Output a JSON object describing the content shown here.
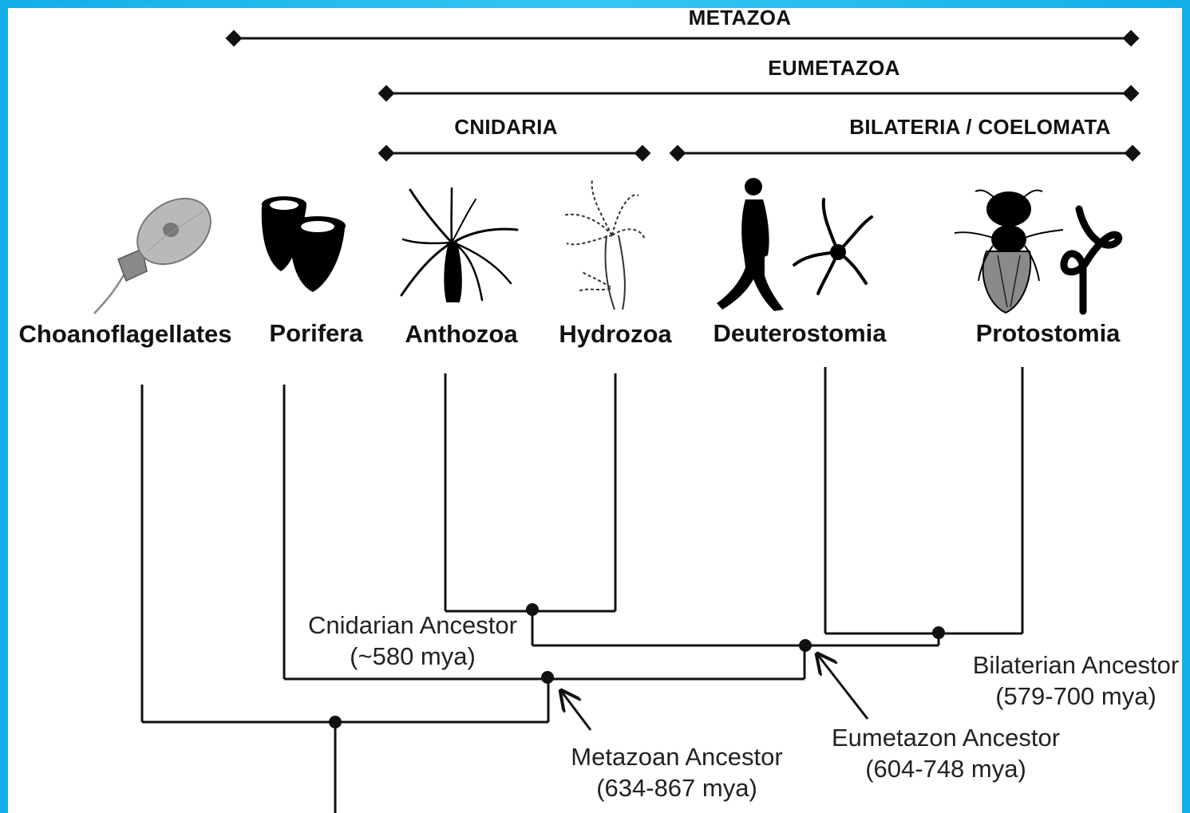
{
  "clades": {
    "metazoa": "METAZOA",
    "eumetazoa": "EUMETAZOA",
    "cnidaria": "CNIDARIA",
    "bilateria": "BILATERIA / COELOMATA"
  },
  "taxa": [
    {
      "id": "choanoflagellates",
      "name": "Choanoflagellates",
      "icon": "choanoflagellate-cell-icon"
    },
    {
      "id": "porifera",
      "name": "Porifera",
      "icon": "sponge-icon"
    },
    {
      "id": "anthozoa",
      "name": "Anthozoa",
      "icon": "sea-anemone-icon"
    },
    {
      "id": "hydrozoa",
      "name": "Hydrozoa",
      "icon": "hydra-icon"
    },
    {
      "id": "deuterostomia",
      "name": "Deuterostomia",
      "icon": "human-and-brittle-star-icon"
    },
    {
      "id": "protostomia",
      "name": "Protostomia",
      "icon": "fly-and-nematode-icon"
    }
  ],
  "ancestors": {
    "cnidarian": {
      "name": "Cnidarian Ancestor",
      "date": "(~580 mya)"
    },
    "metazoan": {
      "name": "Metazoan Ancestor",
      "date": "(634-867 mya)"
    },
    "eumetazoan": {
      "name": "Eumetazon Ancestor",
      "date": "(604-748 mya)"
    },
    "bilaterian": {
      "name": "Bilaterian Ancestor",
      "date": "(579-700 mya)"
    }
  },
  "colors": {
    "frame": "#12aee8",
    "ink": "#111111"
  }
}
